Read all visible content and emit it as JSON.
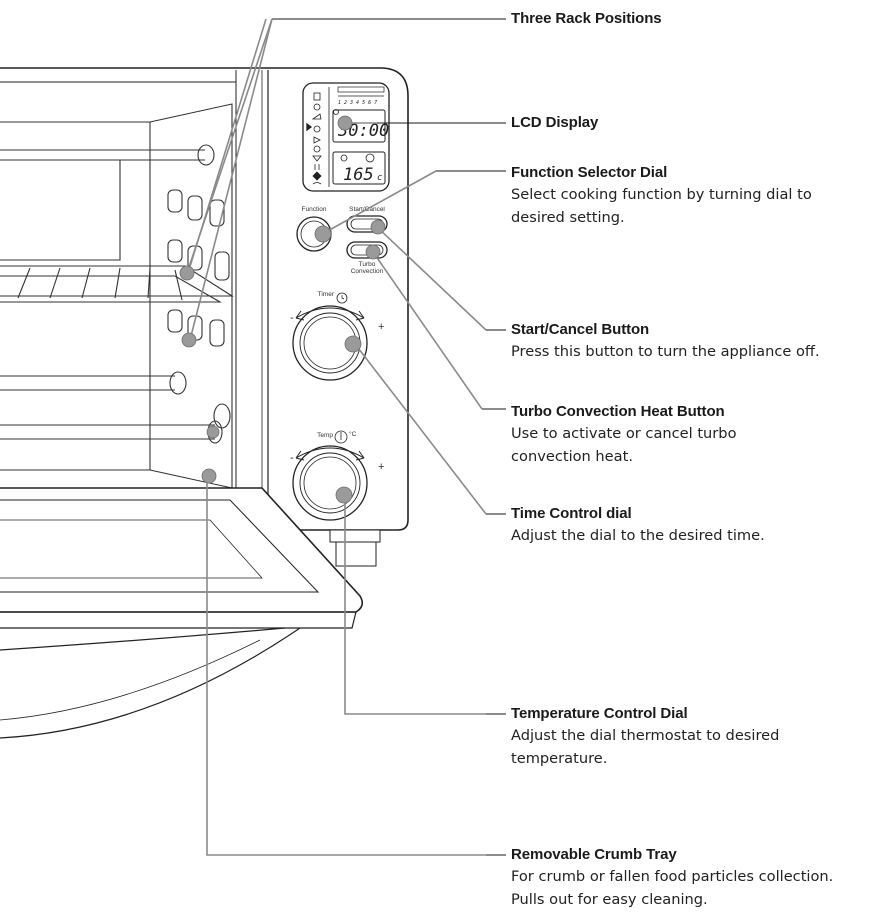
{
  "panel": {
    "function_label": "Function",
    "start_cancel_label": "Start/Cancel",
    "turbo_label_1": "Turbo",
    "turbo_label_2": "Convection",
    "timer_label": "Timer",
    "temp_label": "Temp",
    "temp_unit": "°C",
    "plus": "+",
    "minus": "-",
    "lcd_time": "30:00",
    "lcd_temp": "165",
    "lcd_temp_unit": "c",
    "lcd_scale": "1 2 3 4 5 6 7"
  },
  "callouts": [
    {
      "id": "rack",
      "title": "Three  Rack Positions",
      "desc": []
    },
    {
      "id": "lcd",
      "title": "LCD Display",
      "desc": []
    },
    {
      "id": "function",
      "title": "Function Selector Dial",
      "desc": [
        "Select cooking function by turning dial to",
        "desired setting."
      ]
    },
    {
      "id": "start",
      "title": "Start/Cancel Button",
      "desc": [
        "Press this button to turn the appliance off."
      ]
    },
    {
      "id": "turbo",
      "title": "Turbo Convection Heat Button",
      "desc": [
        "Use to activate or cancel turbo",
        "convection heat."
      ]
    },
    {
      "id": "time",
      "title": "Time Control dial",
      "desc": [
        "Adjust the dial to the desired time."
      ]
    },
    {
      "id": "temp",
      "title": "Temperature Control Dial",
      "desc": [
        "Adjust the dial thermostat to desired",
        "temperature."
      ]
    },
    {
      "id": "crumb",
      "title": "Removable Crumb Tray",
      "desc": [
        "For crumb or fallen food particles collection.",
        "Pulls out for easy cleaning."
      ]
    }
  ],
  "colors": {
    "line": "#1a1a1a",
    "leader": "#8a8a8a",
    "marker": "#9a9a9a"
  }
}
